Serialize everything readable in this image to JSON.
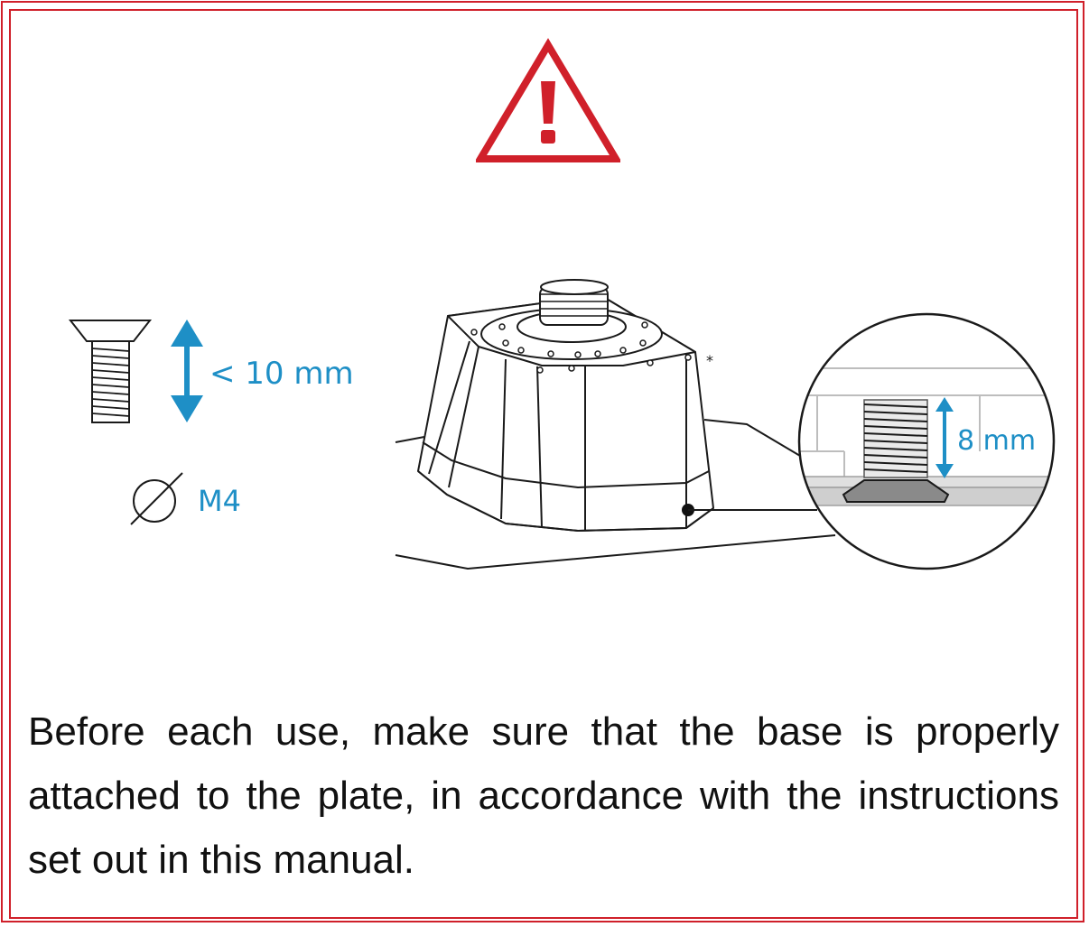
{
  "warning": {
    "icon": "warning-triangle-icon"
  },
  "screw": {
    "length_label": "< 10 mm",
    "thread_label": "M4"
  },
  "detail": {
    "depth_label": "8 mm",
    "asterisk": "*"
  },
  "note": {
    "text": "Before each use, make sure that the base is properly attached to the plate, in accordance with the instructions set out in this manual."
  },
  "colors": {
    "frame": "#d0202a",
    "accent": "#1e8fc6",
    "text": "#111111"
  }
}
